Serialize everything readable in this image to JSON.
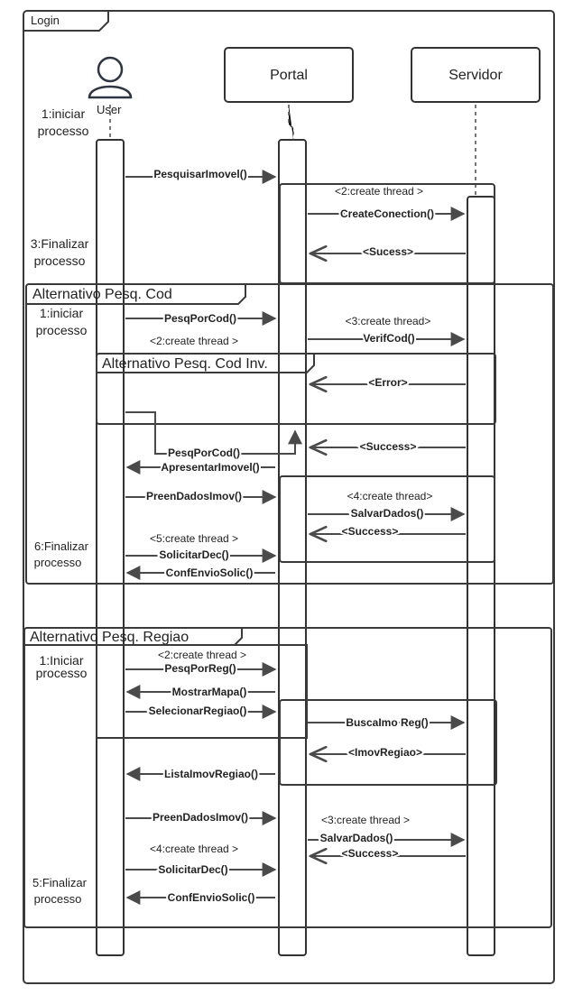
{
  "frame": {
    "title": "Login"
  },
  "participants": {
    "user": "User",
    "portal": "Portal",
    "servidor": "Servidor"
  },
  "side_notes": {
    "n1a": "1:iniciar",
    "n1b": "processo",
    "n2a": "3:Finalizar",
    "n2b": "processo",
    "n3a": "1:iniciar",
    "n3b": "processo",
    "n4a": "6:Finalizar",
    "n4b": "processo",
    "n5a": "1:Iniciar",
    "n5b": "processo",
    "n6a": "5:Finalizar",
    "n6b": "processo"
  },
  "fragments": {
    "f1": "Alternativo Pesq. Cod",
    "f2": "Alternativo Pesq. Cod Inv.",
    "f3": "Alternativo Pesq. Regiao"
  },
  "notes": {
    "t1": "<2:create thread >",
    "t2": "<3:create thread>",
    "t3": "<2:create thread >",
    "t4": "<4:create thread>",
    "t5": "<5:create thread >",
    "t6": "<2:create thread >",
    "t7": "<3:create thread >",
    "t8": "<4:create thread >"
  },
  "messages": {
    "m1": "PesquisarImovel()",
    "m2": "CreateConection()",
    "m3": "<Sucess>",
    "m4": "PesqPorCod()",
    "m5": "VerifCod()",
    "m6": "<Error>",
    "m7": "PesqPorCod()",
    "m8": "<Success>",
    "m9": "ApresentarImovel()",
    "m10": "PreenDadosImov()",
    "m11": "SalvarDados()",
    "m12": "<Success>",
    "m13": "SolicitarDec()",
    "m14": "ConfEnvioSolic()",
    "m15": "PesqPorReg()",
    "m16": "MostrarMapa()",
    "m17": "SelecionarRegiao()",
    "m18": "BuscaImo Reg()",
    "m19": "<ImovRegiao>",
    "m20": "ListaImovRegiao()",
    "m21": "PreenDadosImov()",
    "m22": "SalvarDados()",
    "m23": "<Success>",
    "m24": "SolicitarDec()",
    "m25": "ConfEnvioSolic()"
  }
}
